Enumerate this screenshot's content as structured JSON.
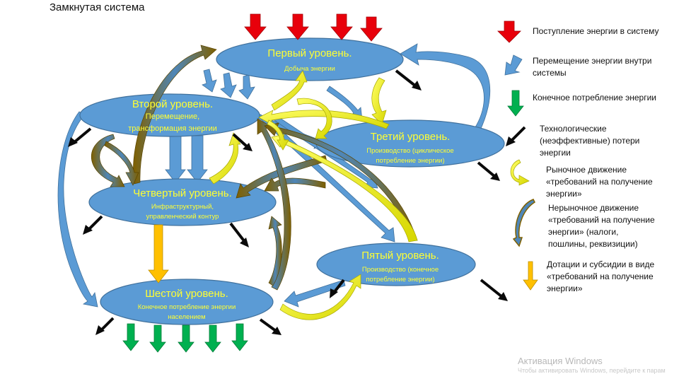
{
  "title": "Замкнутая система",
  "levels": {
    "l1": {
      "title": "Первый уровень.",
      "sub": [
        "Добыча энергии"
      ]
    },
    "l2": {
      "title": "Второй уровень.",
      "sub": [
        "Перемещение,",
        "трансформация энергии"
      ]
    },
    "l3": {
      "title": "Третий уровень.",
      "sub": [
        "Производство (циклическое",
        "потребление энергии)"
      ]
    },
    "l4": {
      "title": "Четвертый уровень.",
      "sub": [
        "Инфраструктурный,",
        "управленческий контур"
      ]
    },
    "l5": {
      "title": "Пятый уровень.",
      "sub": [
        "Производство (конечное",
        "потребление энергии)"
      ]
    },
    "l6": {
      "title": "Шестой уровень.",
      "sub": [
        "Конечное потребление энергии",
        "населением"
      ]
    }
  },
  "legend": [
    {
      "icon": "red-arrow-icon",
      "lines": [
        "Поступление энергии в систему"
      ]
    },
    {
      "icon": "blue-arrow-icon",
      "lines": [
        "Перемещение энергии внутри",
        "системы"
      ]
    },
    {
      "icon": "green-arrow-icon",
      "lines": [
        "Конечное потребление энергии"
      ]
    },
    {
      "icon": "black-arrow-icon",
      "lines": [
        "Технологические",
        "(неэффективные) потери",
        "энергии"
      ]
    },
    {
      "icon": "yellow-curve-icon",
      "lines": [
        "Рыночное движение",
        "«требований на получение",
        "энергии»"
      ]
    },
    {
      "icon": "olive-curve-icon",
      "lines": [
        "Нерыночное движение",
        "«требований на получение",
        "энергии» (налоги,",
        "пошлины, реквизиции)"
      ]
    },
    {
      "icon": "orange-arrow-icon",
      "lines": [
        "Дотации и субсидии в виде",
        "«требований на получение",
        "энергии»"
      ]
    }
  ],
  "watermark": {
    "line1": "Активация Windows",
    "line2": "Чтобы активировать Windows, перейдите к парам"
  },
  "colors": {
    "ellipse": "#5b9bd5",
    "red": "#e8000b",
    "blue": "#5b9bd5",
    "green": "#00b050",
    "black": "#0a0a0a",
    "yellow": "#ffff00",
    "olive": "#7f6000",
    "orange": "#ffc000"
  }
}
